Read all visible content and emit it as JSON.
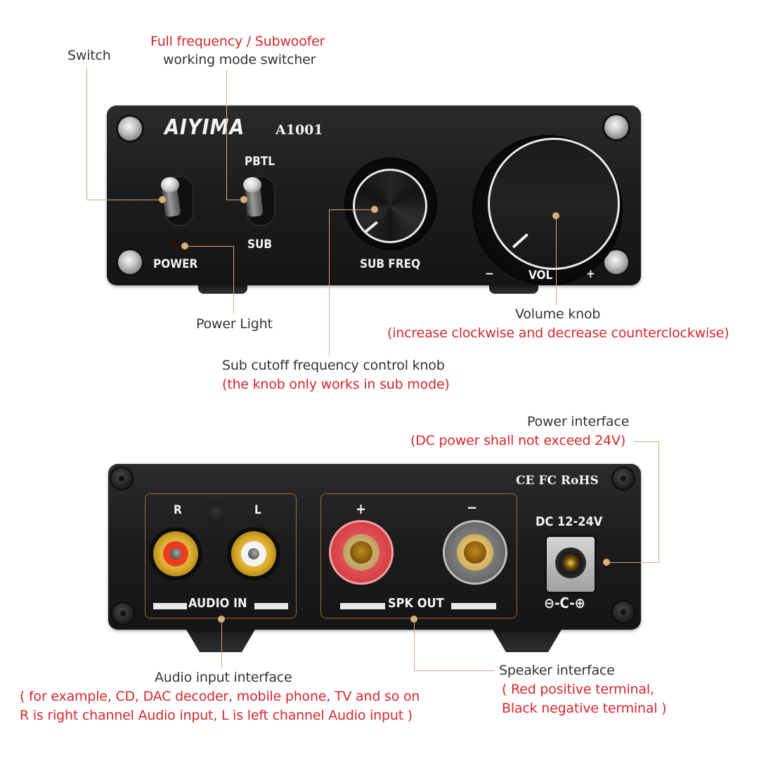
{
  "front_panel": {
    "brand": "AIYIMA",
    "model": "A1001",
    "switch_mode_top_label": "PBTL",
    "switch_mode_bottom_label": "SUB",
    "power_label": "POWER",
    "sub_freq_label": "SUB FREQ",
    "vol_label": "VOL",
    "vol_minus": "−",
    "vol_plus": "+"
  },
  "rear_panel": {
    "certifications": "CE FC RoHS",
    "audio_in": {
      "right_label": "R",
      "left_label": "L",
      "title": "AUDIO IN"
    },
    "spk_out": {
      "plus_label": "+",
      "minus_label": "−",
      "title": "SPK OUT"
    },
    "dc": {
      "rating": "DC 12-24V",
      "polarity_symbol": "⊖-C-⊕"
    }
  },
  "callouts": {
    "switch": {
      "title": "Switch"
    },
    "mode_switcher": {
      "note": "Full frequency / Subwoofer",
      "title": "working mode switcher"
    },
    "power_light": {
      "title": "Power Light"
    },
    "volume_knob": {
      "title": "Volume knob",
      "note": "(increase clockwise and decrease counterclockwise)"
    },
    "sub_knob": {
      "title": "Sub cutoff frequency control knob",
      "note": "(the knob only works in sub mode)"
    },
    "power_interface": {
      "title": "Power interface",
      "note": "(DC power shall not exceed 24V)"
    },
    "audio_input": {
      "title": "Audio input interface",
      "note_line1": "( for example, CD, DAC decoder, mobile phone, TV and so on",
      "note_line2": "R is right channel Audio input, L is left channel Audio input )"
    },
    "speaker": {
      "title": "Speaker interface",
      "note_line1": "( Red positive terminal,",
      "note_line2": "Black negative terminal )"
    }
  },
  "colors": {
    "accent_red": "#d7262b",
    "leader_line": "#c9a98a",
    "panel": "#1e1e1e",
    "silkscreen": "#f3f3f3"
  }
}
